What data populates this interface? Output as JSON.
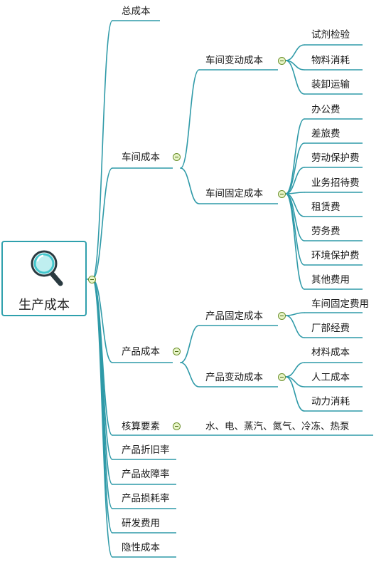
{
  "root": {
    "label": "生产成本",
    "icon": "magnifier-icon"
  },
  "colors": {
    "line": "#2f9aa8",
    "root_border": "#2fa0ad",
    "collapse_fill": "#e8f5c8",
    "collapse_border": "#6b8f2b"
  },
  "nodes": {
    "total_cost": "总成本",
    "workshop_cost": "车间成本",
    "workshop_variable": "车间变动成本",
    "reagent_test": "试剂检验",
    "material_consumption": "物料消耗",
    "loading_transport": "装卸运输",
    "workshop_fixed": "车间固定成本",
    "office_fee": "办公费",
    "travel_fee": "差旅费",
    "labor_protection": "劳动保护费",
    "business_entertainment": "业务招待费",
    "rent_fee": "租赁费",
    "labor_service": "劳务费",
    "environmental_protection": "环境保护费",
    "other_fees": "其他费用",
    "product_cost": "产品成本",
    "product_fixed": "产品固定成本",
    "workshop_fixed_fee": "车间固定费用",
    "factory_expense": "厂部经费",
    "product_variable": "产品变动成本",
    "material_cost": "材料成本",
    "labor_cost": "人工成本",
    "power_consumption": "动力消耗",
    "accounting_elements": "核算要素",
    "accounting_elements_detail": "水、电、蒸汽、氮气、冷冻、热泵",
    "depreciation_rate": "产品折旧率",
    "failure_rate": "产品故障率",
    "loss_rate": "产品损耗率",
    "rnd_cost": "研发费用",
    "hidden_cost": "隐性成本"
  }
}
